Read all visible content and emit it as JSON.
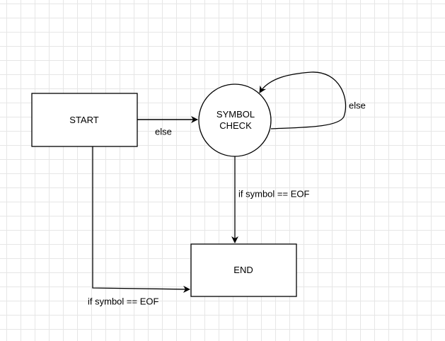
{
  "nodes": {
    "start": {
      "label": "START"
    },
    "symbol_check": {
      "label_line1": "SYMBOL",
      "label_line2": "CHECK"
    },
    "end": {
      "label": "END"
    }
  },
  "edges": {
    "start_to_symbol": {
      "label": "else"
    },
    "symbol_self_loop": {
      "label": "else"
    },
    "symbol_to_end": {
      "label": "if symbol == EOF"
    },
    "start_to_end": {
      "label": "if symbol == EOF"
    }
  },
  "colors": {
    "stroke": "#000000",
    "fill": "#ffffff",
    "grid": "#e6e6e6"
  }
}
